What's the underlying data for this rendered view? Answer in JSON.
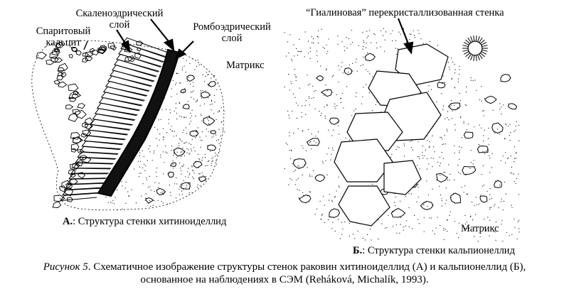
{
  "panel_a": {
    "labels": {
      "skaleno_line1": "Скаленоэдрический",
      "skaleno_line2": "слой",
      "sparit_line1": "Спаритовый",
      "sparit_line2": "кальцит",
      "romb_line1": "Ромбоэдрический",
      "romb_line2": "слой",
      "matrix": "Матрикс"
    },
    "caption_letter": "А.",
    "caption_text": ": Структура стенки хитиноиделлид"
  },
  "panel_b": {
    "labels": {
      "hyaline": "“Гиалиновая” перекристаллизованная стенка",
      "matrix": "Матрикс"
    },
    "caption_letter": "Б.",
    "caption_text": ": Структура стенки кальпионеллид"
  },
  "figure_caption": {
    "prefix": "Рисунок 5",
    "line1_rest": ". Схематичное изображение структуры стенок раковин хитиноиделлид (А) и кальпионеллид (Б),",
    "line2": "основанное на наблюдениях в СЭМ (Reháková, Michalík, 1993)."
  }
}
